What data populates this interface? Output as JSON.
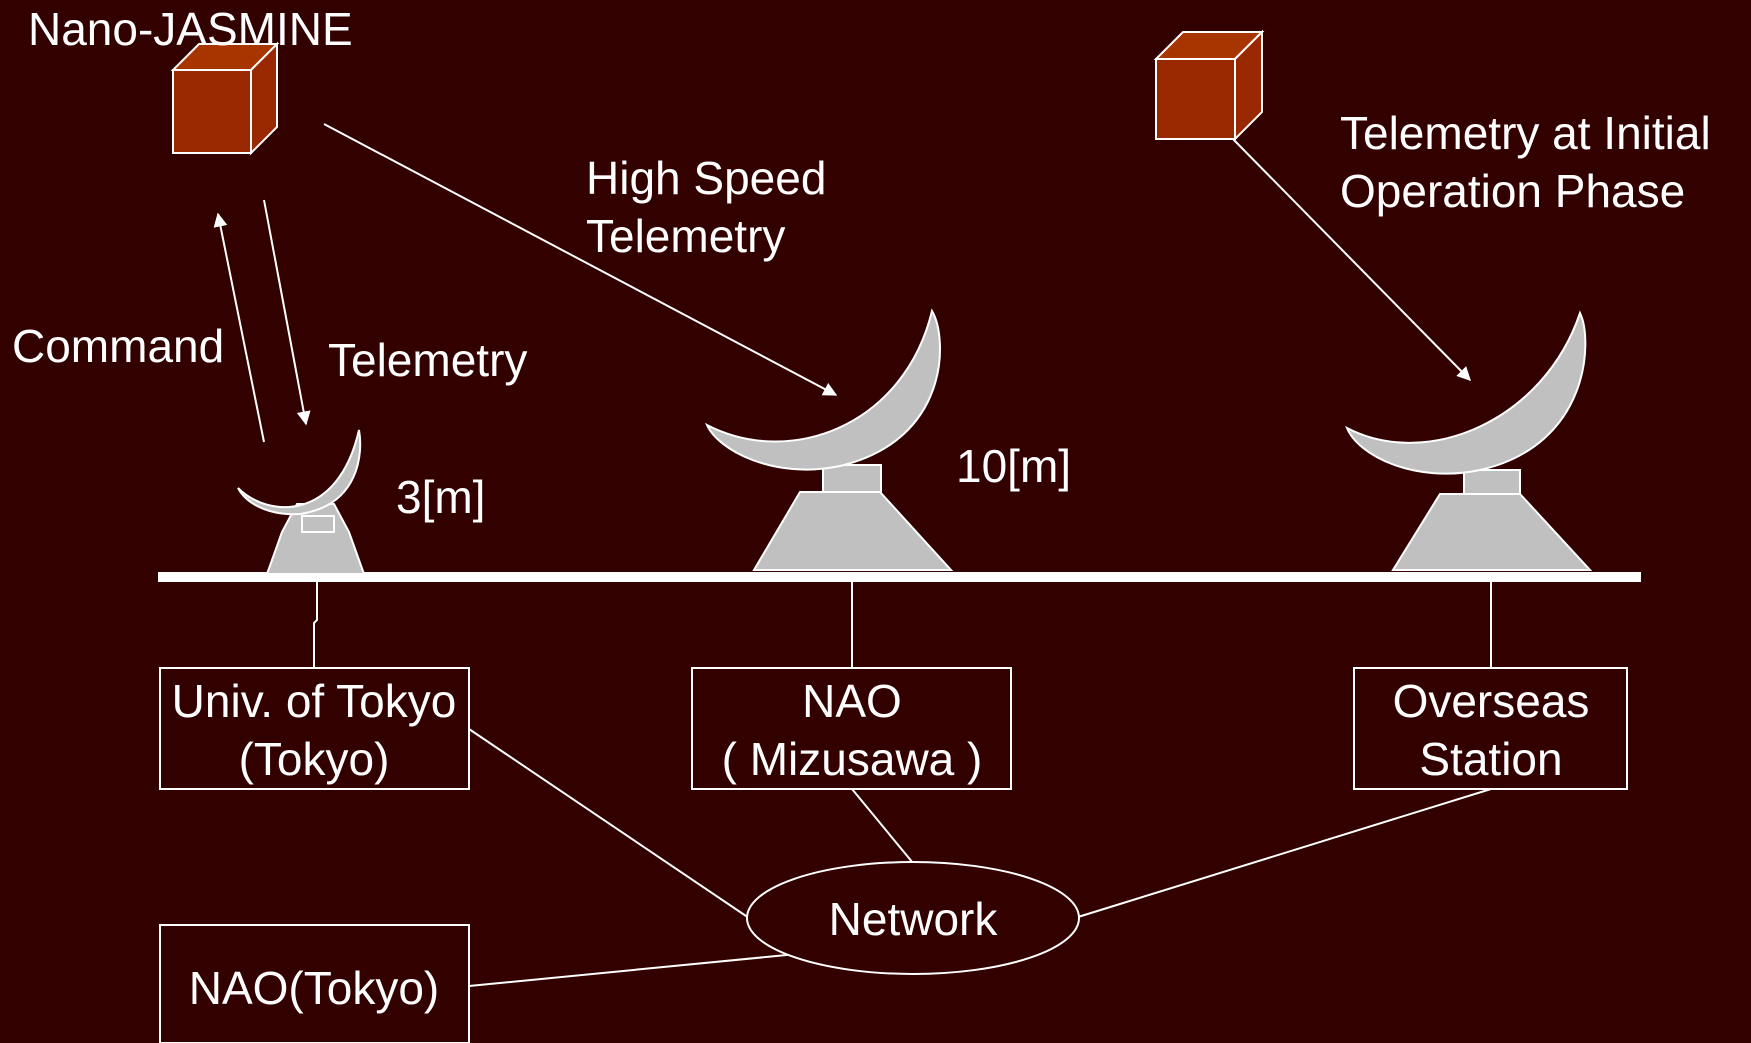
{
  "colors": {
    "background": "#330000",
    "satellite": "#992800",
    "antenna": "#c0c0c0",
    "line": "#ffffff",
    "text": "#ffffff"
  },
  "satellite": {
    "name": "Nano-JASMINE"
  },
  "links": {
    "command": "Command",
    "telemetry": "Telemetry",
    "high_speed_telemetry": [
      "High Speed",
      "Telemetry"
    ],
    "initial_phase_telemetry": [
      "Telemetry at Initial",
      "Operation Phase"
    ]
  },
  "antennas": {
    "small": "3[m]",
    "large": "10[m]"
  },
  "stations": {
    "tokyo_univ": [
      "Univ. of Tokyo",
      "(Tokyo)"
    ],
    "nao_mizusawa": [
      "NAO",
      "( Mizusawa )"
    ],
    "overseas": [
      "Overseas",
      "Station"
    ],
    "nao_tokyo": "NAO(Tokyo)"
  },
  "network": {
    "label": "Network"
  }
}
